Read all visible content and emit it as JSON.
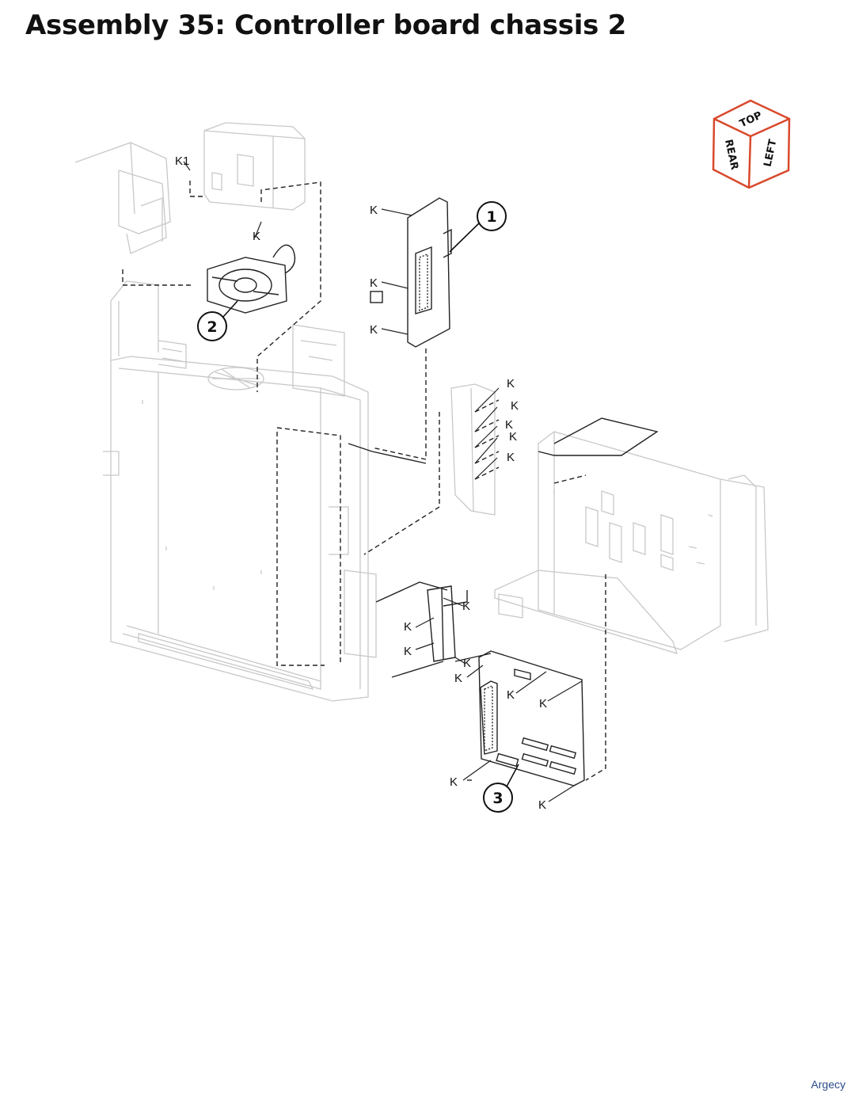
{
  "title": "Assembly 35: Controller board chassis 2",
  "orientation_cube": {
    "top": "TOP",
    "rear": "REAR",
    "left": "LEFT",
    "edge_color": "#d8492b"
  },
  "callouts": [
    {
      "id": "1",
      "label": "1"
    },
    {
      "id": "2",
      "label": "2"
    },
    {
      "id": "3",
      "label": "3"
    }
  ],
  "screw_label": "K",
  "screw_label_with_index": "K1",
  "footer": "Argecy"
}
